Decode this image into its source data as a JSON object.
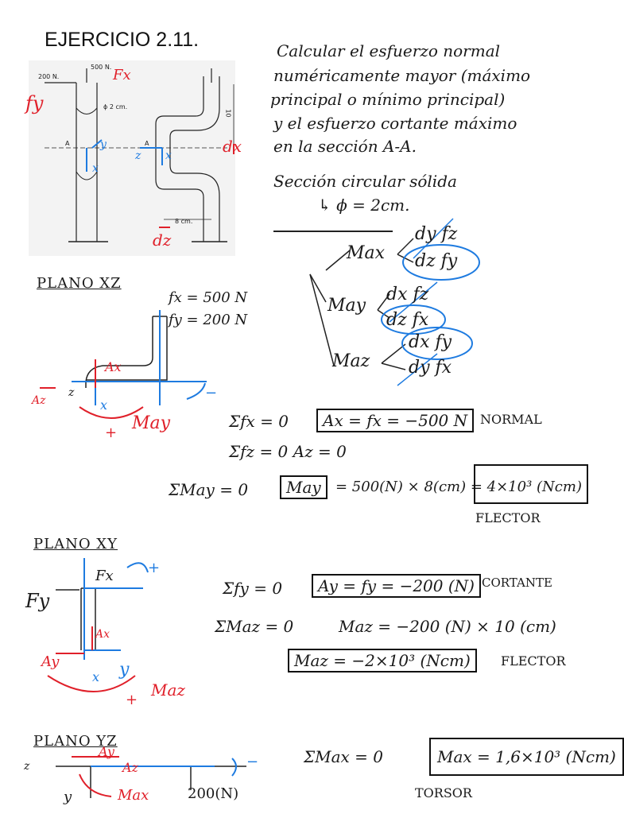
{
  "title": "EJERCICIO 2.11.",
  "figure": {
    "label_200": "200 N.",
    "label_500": "500 N.",
    "label_phi": "ϕ 2 cm.",
    "label_a": "A",
    "label_10": "10",
    "label_8cm": "8 cm."
  },
  "problem": {
    "line1": "Calcular el esfuerzo normal",
    "line2": "numéricamente mayor (máximo",
    "line3": "principal o mínimo principal)",
    "line4": "y el esfuerzo cortante máximo",
    "line5": "en la sección A-A.",
    "section1": "Sección circular sólida",
    "section2": "↳ ϕ = 2cm."
  },
  "handwritten": {
    "fy": "fy",
    "fx": "Fx",
    "dx": "dx",
    "dz": "dz",
    "x": "x",
    "y": "y",
    "z": "z"
  },
  "moments": {
    "max": "Max",
    "may": "May",
    "maz": "Maz",
    "max_1": "dy fz",
    "max_2": "dz fy",
    "may_1": "dx fz",
    "may_2": "dz fx",
    "maz_1": "dx fy",
    "maz_2": "dy fx"
  },
  "plano_xz": {
    "label": "PLANO XZ",
    "fx": "fx = 500 N",
    "fy": "fy = 200 N",
    "ax": "Ax",
    "az": "Az",
    "z": "z",
    "x": "x",
    "may": "May",
    "plus": "+",
    "minus": "−",
    "eq1": "Σfx = 0",
    "box1": "Ax = fx = −500 N",
    "note1": "NORMAL",
    "eq2": "Σfz = 0   Az = 0",
    "eq3": "ΣMay = 0",
    "box3a": "May",
    "box3b": "= 500(N) × 8(cm) = 4×10³ (Ncm)",
    "note3": "FLECTOR"
  },
  "plano_xy": {
    "label": "PLANO XY",
    "fx": "Fx",
    "fy": "Fy",
    "ax": "Ax",
    "ay": "Ay",
    "x": "x",
    "y": "y",
    "maz": "Maz",
    "plus": "+",
    "eq1": "Σfy = 0",
    "box1": "Ay = fy = −200 (N)",
    "note1": "CORTANTE",
    "eq2": "ΣMaz = 0",
    "eq2b": "Maz = −200 (N) × 10 (cm)",
    "box2": "Maz = −2×10³ (Ncm)",
    "note2": "FLECTOR"
  },
  "plano_yz": {
    "label": "PLANO YZ",
    "ay": "Ay",
    "az": "Az",
    "max": "Max",
    "z": "z",
    "y": "y",
    "force": "200(N)",
    "minus": "−",
    "eq1": "ΣMax = 0",
    "box1": "Max = 1,6×10³ (Ncm)",
    "note1": "TORSOR"
  }
}
